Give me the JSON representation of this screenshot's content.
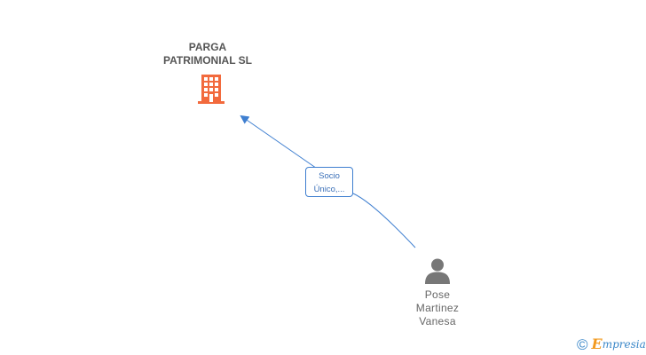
{
  "nodes": {
    "company": {
      "name_line1": "PARGA",
      "name_line2": "PATRIMONIAL SL",
      "icon": "building-icon",
      "icon_color": "#f26a3d"
    },
    "person": {
      "name_line1": "Pose",
      "name_line2": "Martinez",
      "name_line3": "Vanesa",
      "icon": "person-icon",
      "icon_color": "#777777"
    }
  },
  "edges": [
    {
      "from": "person",
      "to": "company",
      "label_line1": "Socio",
      "label_line2": "Único,...",
      "color": "#3f7fd0"
    }
  ],
  "branding": {
    "copyright_symbol": "©",
    "brand_initial": "E",
    "brand_rest": "mpresia",
    "primary_color": "#3a87c8",
    "accent_color": "#f29a1f"
  }
}
